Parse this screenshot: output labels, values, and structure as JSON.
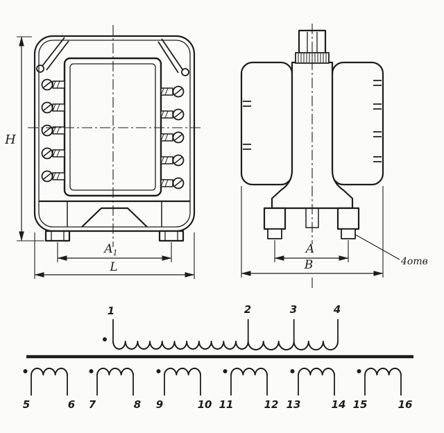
{
  "front_view": {
    "dim_height_label": "H",
    "dim_feet_spacing_label": "A",
    "dim_feet_spacing_sub": "1",
    "dim_width_label": "L"
  },
  "side_view": {
    "dim_feet_spacing_label": "A",
    "dim_depth_label": "B",
    "holes_note": "4отв"
  },
  "schematic": {
    "primary_terminals": [
      "1",
      "2",
      "3",
      "4"
    ],
    "secondary_terminals": [
      "5",
      "6",
      "7",
      "8",
      "9",
      "10",
      "11",
      "12",
      "13",
      "14",
      "15",
      "16"
    ]
  },
  "colors": {
    "ink": "#1d1d1b",
    "paper": "#fbfbf9"
  }
}
